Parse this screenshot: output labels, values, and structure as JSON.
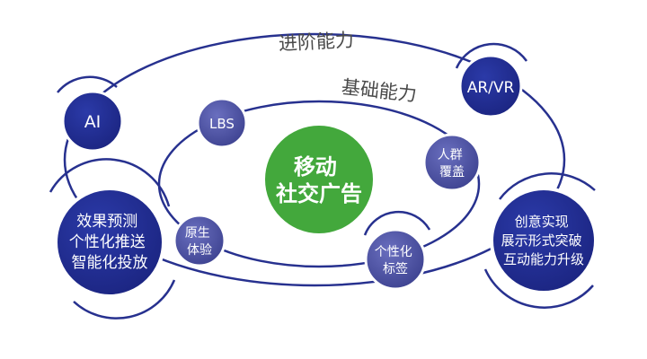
{
  "outer_ring": {
    "label": "进阶能力"
  },
  "inner_ring": {
    "label": "基础能力"
  },
  "center": {
    "lines": [
      "移动",
      "社交广告"
    ]
  },
  "nodes": {
    "ai": {
      "lines": [
        "AI"
      ]
    },
    "arvr": {
      "lines": [
        "AR/VR"
      ]
    },
    "lbs": {
      "lines": [
        "LBS"
      ]
    },
    "crowd": {
      "lines": [
        "人群",
        "覆盖"
      ]
    },
    "native": {
      "lines": [
        "原生",
        "体验"
      ]
    },
    "tags": {
      "lines": [
        "个性化",
        "标签"
      ]
    },
    "effect": {
      "lines": [
        "效果预测",
        "个性化推送",
        "智能化投放"
      ]
    },
    "creative": {
      "lines": [
        "创意实现",
        "展示形式突破",
        "互动能力升级"
      ]
    }
  },
  "colors": {
    "ring_stroke": "#27318f",
    "node_dark": "#1f2a8c",
    "node_small": "#4a4f9e",
    "center_fill": "#43a83c",
    "text_gray": "#4a4a4a",
    "text_white": "#ffffff"
  }
}
